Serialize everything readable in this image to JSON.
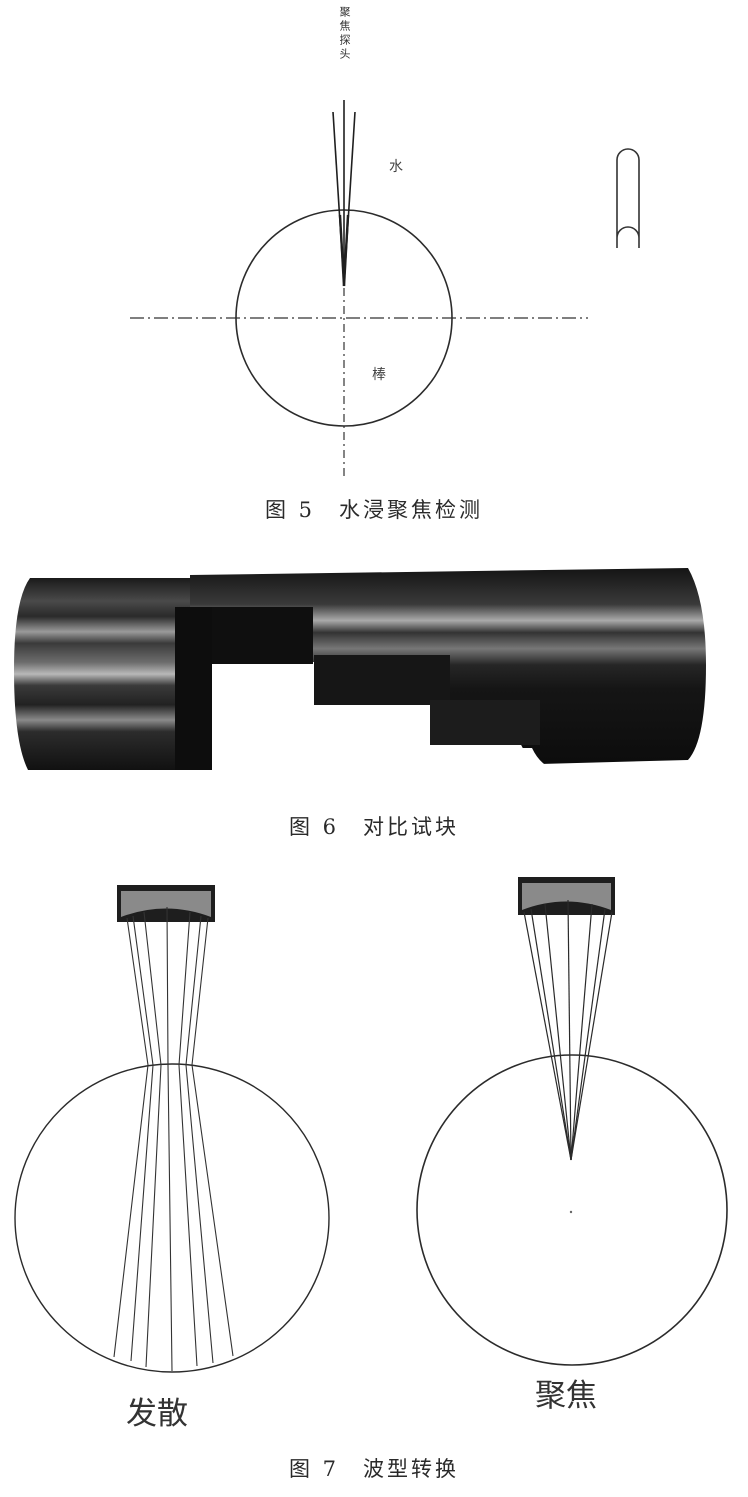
{
  "figure5": {
    "caption_num": "图 5",
    "caption_text": "水浸聚焦检测",
    "probe_label": "聚焦探头",
    "water_label": "水",
    "bar_label": "棒"
  },
  "figure6": {
    "caption_num": "图 6",
    "caption_text": "对比试块"
  },
  "figure7": {
    "caption_num": "图 7",
    "caption_text": "波型转换",
    "left_label": "发散",
    "right_label": "聚焦"
  },
  "colors": {
    "line": "#2b2b2b",
    "transducer_frame": "#1e1e1e",
    "transducer_face": "#8a8a8a",
    "bar_dark": "#141414",
    "bar_highlight": "#bdbdbd"
  }
}
